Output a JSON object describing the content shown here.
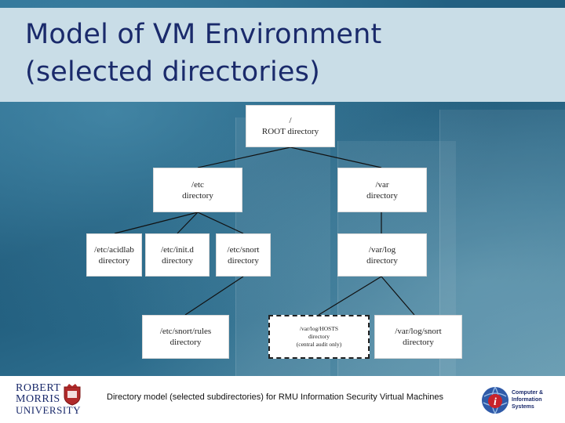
{
  "slide": {
    "title_line1": "Model of VM Environment",
    "title_line2": "(selected directories)",
    "caption": "Directory model (selected subdirectories) for RMU Information Security Virtual Machines"
  },
  "diagram": {
    "nodes": {
      "root": [
        "/",
        "ROOT directory"
      ],
      "etc": [
        "/etc",
        "directory"
      ],
      "var": [
        "/var",
        "directory"
      ],
      "etc_acidlab": [
        "/etc/acidlab",
        "directory"
      ],
      "etc_initd": [
        "/etc/init.d",
        "directory"
      ],
      "etc_snort": [
        "/etc/snort",
        "directory"
      ],
      "var_log": [
        "/var/log",
        "directory"
      ],
      "etc_snort_rules": [
        "/etc/snort/rules",
        "directory"
      ],
      "var_log_hosts": [
        "/var/log/HOSTS",
        "directory",
        "(central audit only)"
      ],
      "var_log_snort": [
        "/var/log/snort",
        "directory"
      ]
    }
  },
  "footer": {
    "left_logo": [
      "ROBERT",
      "MORRIS",
      "UNIVERSITY"
    ],
    "right_logo": [
      "Computer &",
      "Information",
      "Systems"
    ],
    "right_logo_glyph": "i"
  },
  "colors": {
    "title_text": "#1a2a6b",
    "title_band": "#c9dde7",
    "slide_background": "#1e5a7c",
    "node_fill": "#ffffff"
  }
}
